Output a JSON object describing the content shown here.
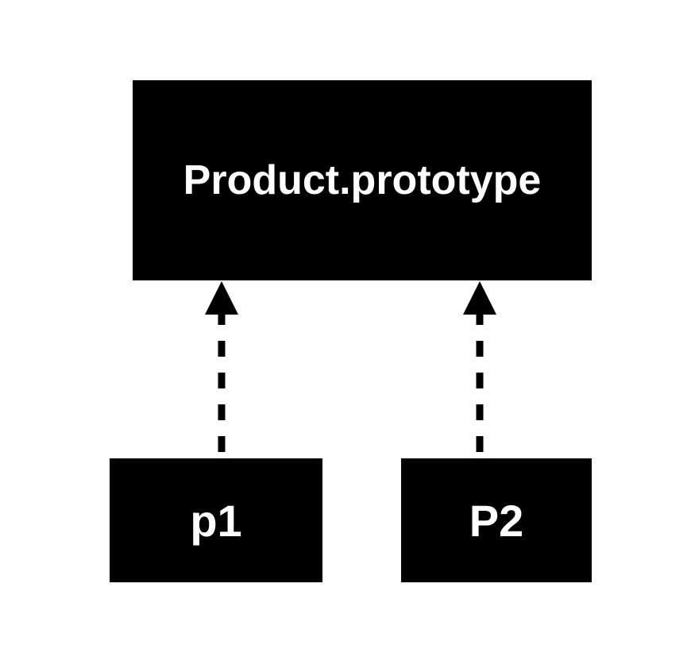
{
  "diagram": {
    "prototype_box": {
      "label": "Product.prototype"
    },
    "instance_boxes": [
      {
        "label": "p1"
      },
      {
        "label": "P2"
      }
    ],
    "arrows": [
      {
        "from": "p1",
        "to": "Product.prototype",
        "style": "dashed",
        "direction": "up"
      },
      {
        "from": "P2",
        "to": "Product.prototype",
        "style": "dashed",
        "direction": "up"
      }
    ],
    "colors": {
      "background": "#ffffff",
      "box": "#000000",
      "text": "#ffffff",
      "arrow": "#000000"
    }
  }
}
